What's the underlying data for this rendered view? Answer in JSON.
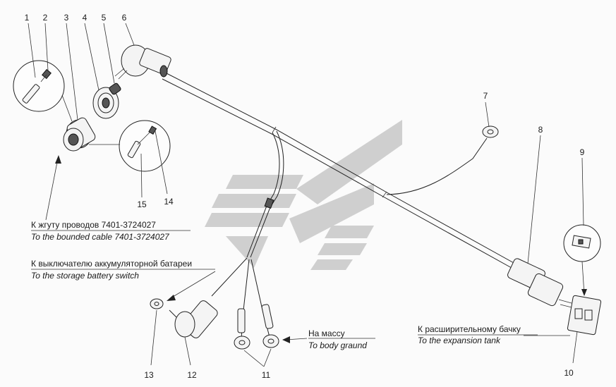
{
  "part_numbers": [
    "1",
    "2",
    "3",
    "4",
    "5",
    "6",
    "7",
    "8",
    "9",
    "10",
    "11",
    "12",
    "13",
    "14",
    "15"
  ],
  "notes": {
    "harness_ru": "К жгуту проводов 7401-3724027",
    "harness_en": "To the bounded cable 7401-3724027",
    "battery_ru": "К выключателю аккумуляторной батареи",
    "battery_en": "To the storage battery switch",
    "ground_ru": "На массу",
    "ground_en": "To body graund",
    "tank_ru": "К расширительному бачку",
    "tank_en": "To the expansion tank"
  }
}
